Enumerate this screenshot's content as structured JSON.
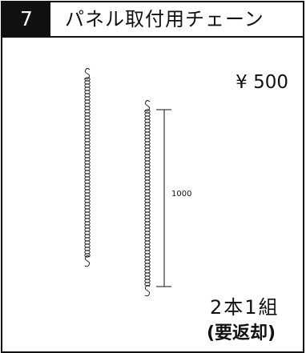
{
  "header": {
    "number": "7",
    "title": "パネル取付用チェーン"
  },
  "price": "¥ 500",
  "dimension": {
    "length_label": "1000"
  },
  "quantity": "2本1組",
  "note": "(要返却)"
}
